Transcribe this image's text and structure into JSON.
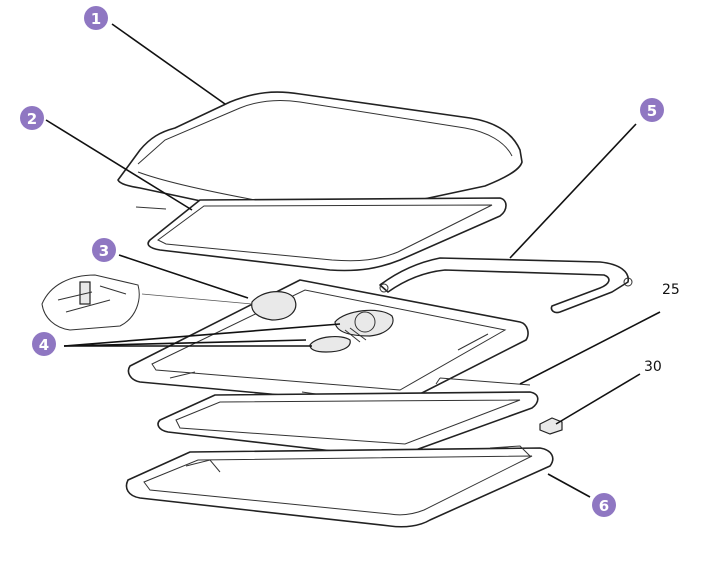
{
  "callouts": [
    {
      "id": "1",
      "label": "1"
    },
    {
      "id": "2",
      "label": "2"
    },
    {
      "id": "3",
      "label": "3"
    },
    {
      "id": "4",
      "label": "4"
    },
    {
      "id": "5",
      "label": "5"
    },
    {
      "id": "6",
      "label": "6"
    }
  ],
  "plain_numbers": [
    {
      "id": "25",
      "label": "25"
    },
    {
      "id": "30",
      "label": "30"
    }
  ],
  "colors": {
    "badge": "#8f77c2",
    "line": "#222222",
    "background": "#ffffff"
  }
}
